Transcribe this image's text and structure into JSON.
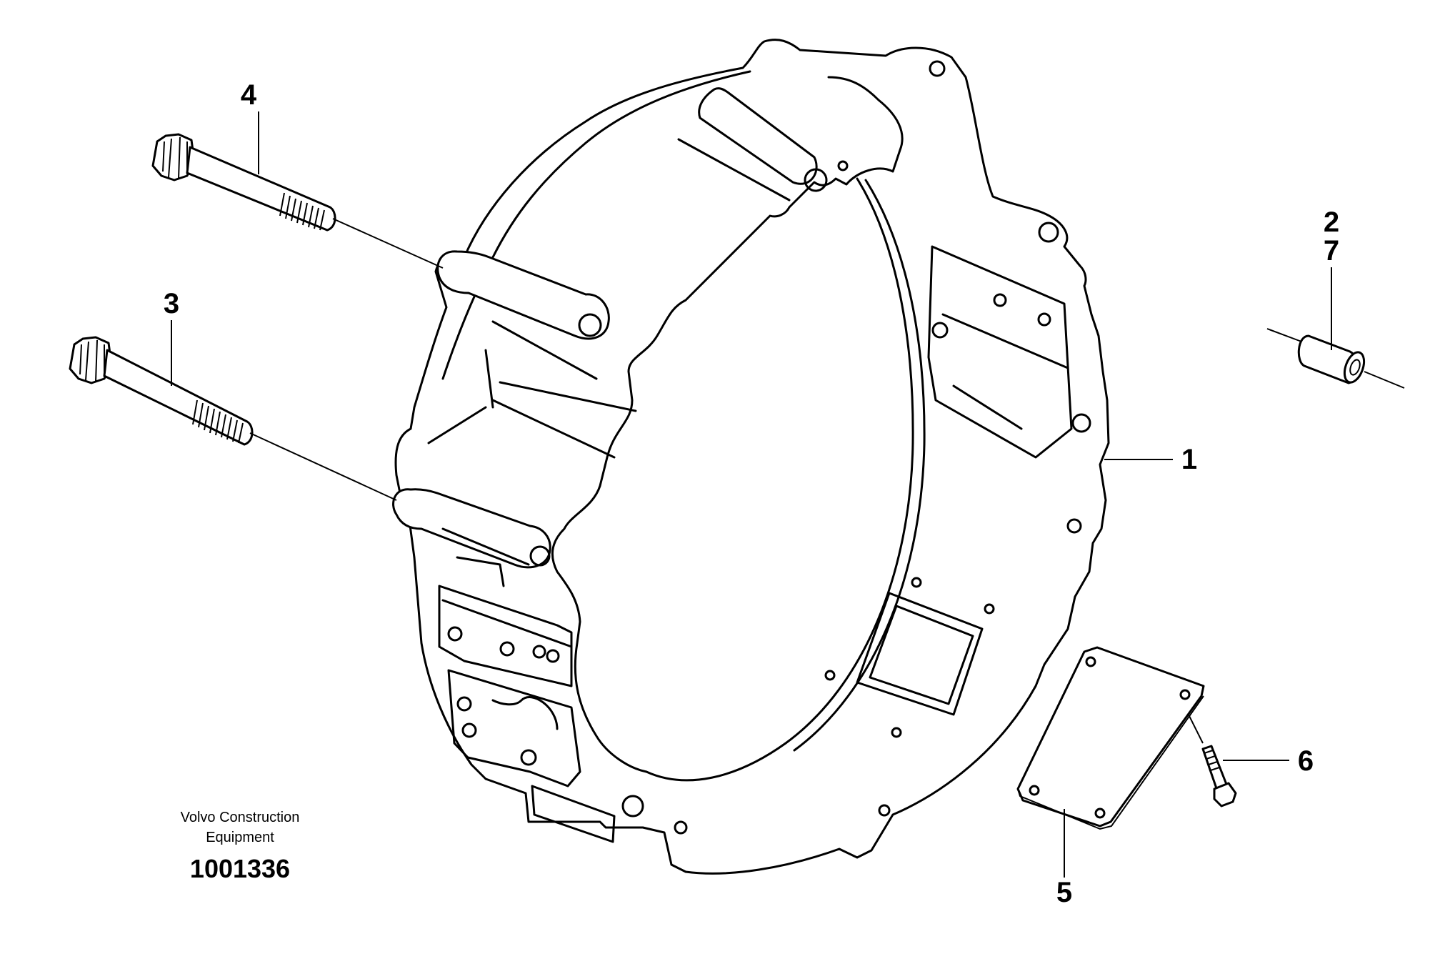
{
  "callouts": {
    "c1": "1",
    "c2": "2",
    "c7": "7",
    "c3": "3",
    "c4": "4",
    "c5": "5",
    "c6": "6"
  },
  "caption": {
    "line1": "Volvo Construction",
    "line2": "Equipment",
    "drawing_number": "1001336"
  },
  "colors": {
    "ink": "#000000",
    "paper": "#ffffff"
  }
}
